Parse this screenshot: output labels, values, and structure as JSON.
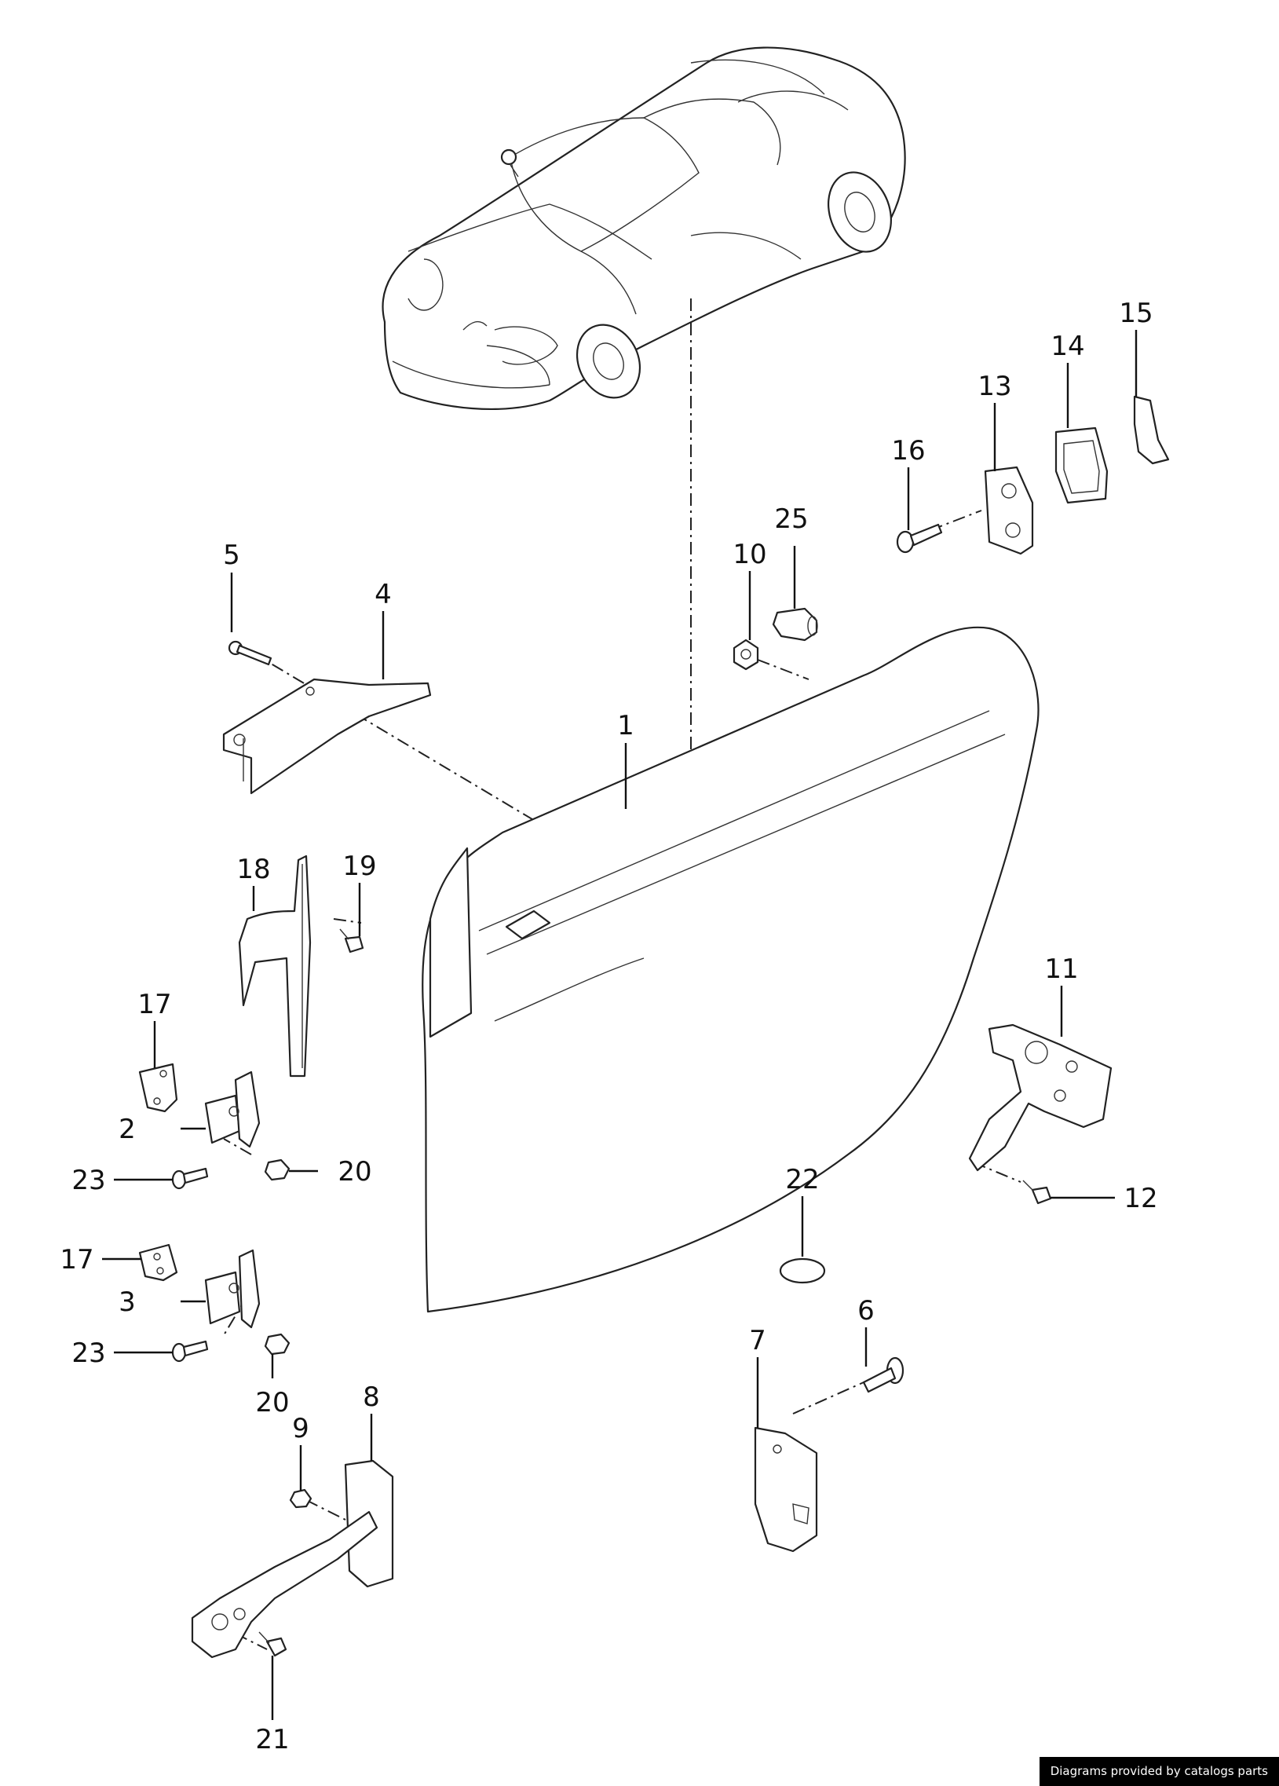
{
  "callouts": {
    "c1": "1",
    "c2": "2",
    "c3": "3",
    "c4": "4",
    "c5": "5",
    "c6": "6",
    "c7": "7",
    "c8": "8",
    "c9": "9",
    "c10": "10",
    "c11": "11",
    "c12": "12",
    "c13": "13",
    "c14": "14",
    "c15": "15",
    "c16": "16",
    "c17a": "17",
    "c17b": "17",
    "c18": "18",
    "c19": "19",
    "c20a": "20",
    "c20b": "20",
    "c21": "21",
    "c22": "22",
    "c23a": "23",
    "c23b": "23",
    "c25": "25"
  },
  "footer": {
    "credit": "Diagrams provided by catalogs parts"
  }
}
